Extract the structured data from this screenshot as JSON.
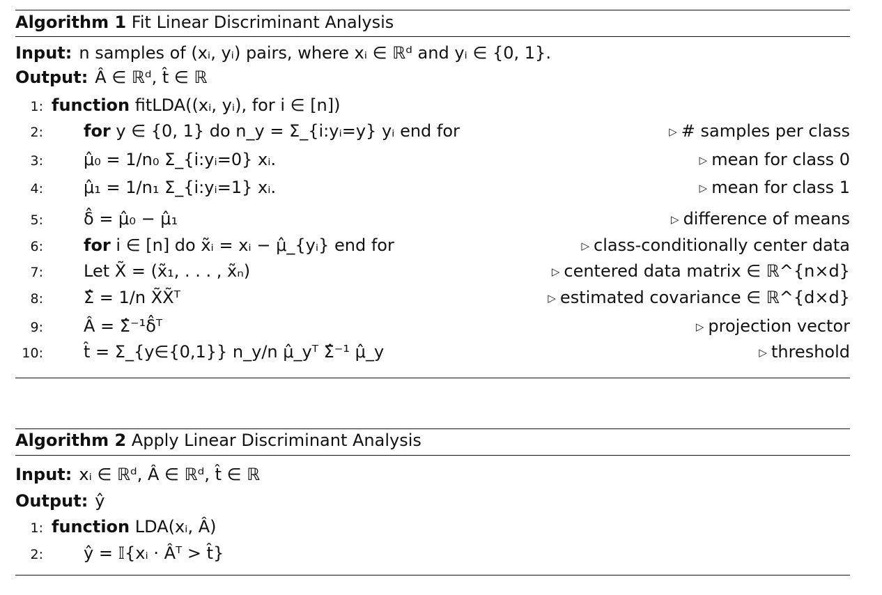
{
  "algo1": {
    "number_label": "Algorithm 1",
    "title": "Fit Linear Discriminant Analysis",
    "input_label": "Input:",
    "input_text": "n samples of (xᵢ, yᵢ) pairs, where xᵢ ∈ ℝᵈ and yᵢ ∈ {0, 1}.",
    "output_label": "Output:",
    "output_text": "Â ∈ ℝᵈ, t̂ ∈ ℝ",
    "lines": [
      {
        "num": "1:",
        "kw": "function",
        "text": "fitLDA((xᵢ, yᵢ), for i ∈ [n])",
        "comment": ""
      },
      {
        "num": "2:",
        "kw": "for",
        "text": "y ∈ {0, 1} do n_y = Σ_{i:yᵢ=y} yᵢ end for",
        "comment": "# samples per class"
      },
      {
        "num": "3:",
        "kw": "",
        "text": "μ̂₀ = 1/n₀ Σ_{i:yᵢ=0} xᵢ.",
        "comment": "mean for class 0"
      },
      {
        "num": "4:",
        "kw": "",
        "text": "μ̂₁ = 1/n₁ Σ_{i:yᵢ=1} xᵢ.",
        "comment": "mean for class 1"
      },
      {
        "num": "5:",
        "kw": "",
        "text": "δ̂ = μ̂₀ − μ̂₁",
        "comment": "difference of means"
      },
      {
        "num": "6:",
        "kw": "for",
        "text": "i ∈ [n] do x̃ᵢ = xᵢ − μ̂_{yᵢ} end for",
        "comment": "class-conditionally center data"
      },
      {
        "num": "7:",
        "kw": "",
        "text": "Let X̃ = (x̃₁, . . . , x̃ₙ)",
        "comment": "centered data matrix ∈ ℝ^{n×d}"
      },
      {
        "num": "8:",
        "kw": "",
        "text": "Σ̂ = 1/n X̃X̃ᵀ",
        "comment": "estimated covariance ∈ ℝ^{d×d}"
      },
      {
        "num": "9:",
        "kw": "",
        "text": "Â = Σ̂⁻¹δ̂ᵀ",
        "comment": "projection vector"
      },
      {
        "num": "10:",
        "kw": "",
        "text": "t̂ = Σ_{y∈{0,1}} n_y/n μ̂_yᵀ Σ̂⁻¹ μ̂_y",
        "comment": "threshold"
      }
    ]
  },
  "algo2": {
    "number_label": "Algorithm 2",
    "title": "Apply Linear Discriminant Analysis",
    "input_label": "Input:",
    "input_text": "xᵢ ∈ ℝᵈ, Â ∈ ℝᵈ, t̂ ∈ ℝ",
    "output_label": "Output:",
    "output_text": "ŷ",
    "lines": [
      {
        "num": "1:",
        "kw": "function",
        "text": "LDA(xᵢ, Â)",
        "comment": ""
      },
      {
        "num": "2:",
        "kw": "",
        "text": "ŷ = 𝕀{xᵢ · Âᵀ > t̂}",
        "comment": ""
      }
    ]
  }
}
